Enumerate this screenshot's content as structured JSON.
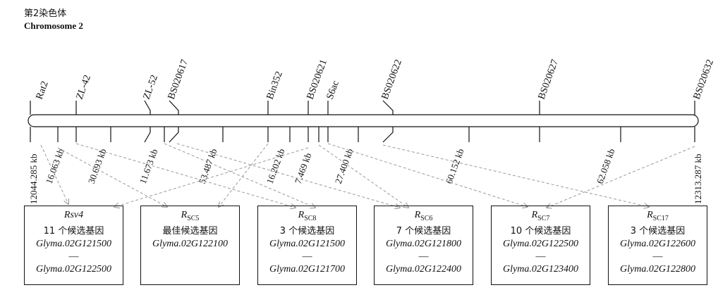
{
  "title": {
    "zh": "第2染色体",
    "en": "Chromosome 2"
  },
  "markers": [
    {
      "label": "Rat2"
    },
    {
      "label": "ZL-42"
    },
    {
      "label": "ZL-52"
    },
    {
      "label": "BS020617"
    },
    {
      "label": "Bin352"
    },
    {
      "label": "BS020621"
    },
    {
      "label": "S6ac"
    },
    {
      "label": "BS020622"
    },
    {
      "label": "BS020627"
    },
    {
      "label": "BS020632"
    }
  ],
  "distances": [
    {
      "label": "12044.285 kb"
    },
    {
      "label": "16.063 kb"
    },
    {
      "label": "30.693 kb"
    },
    {
      "label": "11.673 kb"
    },
    {
      "label": "53.487 kb"
    },
    {
      "label": "16.202 kb"
    },
    {
      "label": "7.469 kb"
    },
    {
      "label": "27.400 kb"
    },
    {
      "label": "60.152 kb"
    },
    {
      "label": "62.058 kb"
    },
    {
      "label": "12313.287 kb"
    }
  ],
  "genes": [
    {
      "name": "Rsv4",
      "sub": "",
      "count": "11 个候选基因",
      "start": "Glyma.02G121500",
      "dash": "—",
      "end": "Glyma.02G122500"
    },
    {
      "name": "R",
      "sub": "SC5",
      "count": "最佳候选基因",
      "start": "Glyma.02G122100",
      "dash": "",
      "end": ""
    },
    {
      "name": "R",
      "sub": "SC8",
      "count": "3 个候选基因",
      "start": "Glyma.02G121500",
      "dash": "—",
      "end": "Glyma.02G121700"
    },
    {
      "name": "R",
      "sub": "SC6",
      "count": "7 个候选基因",
      "start": "Glyma.02G121800",
      "dash": "—",
      "end": "Glyma.02G122400"
    },
    {
      "name": "R",
      "sub": "SC7",
      "count": "10 个候选基因",
      "start": "Glyma.02G122500",
      "dash": "—",
      "end": "Glyma.02G123400"
    },
    {
      "name": "R",
      "sub": "SC17",
      "count": "3 个候选基因",
      "start": "Glyma.02G122600",
      "dash": "—",
      "end": "Glyma.02G122800"
    }
  ],
  "colors": {
    "line": "#111111",
    "arrow": "#9a9a9a"
  }
}
